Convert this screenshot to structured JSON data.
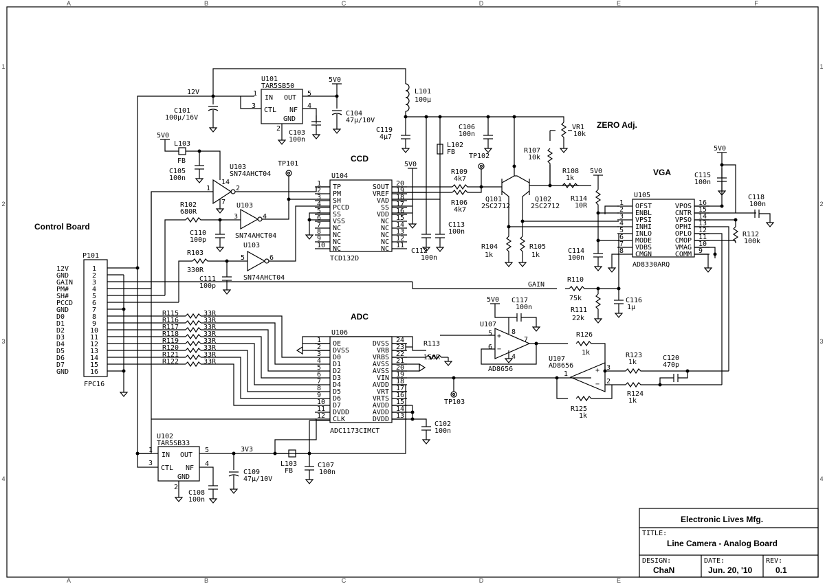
{
  "grid": {
    "cols": [
      "A",
      "B",
      "C",
      "D",
      "E",
      "F"
    ],
    "rows": [
      "1",
      "2",
      "3",
      "4"
    ]
  },
  "sections": {
    "control_board": "Control Board",
    "ccd": "CCD",
    "vga": "VGA",
    "adc": "ADC",
    "zero_adj": "ZERO Adj."
  },
  "nets": {
    "v12": "12V",
    "v5a": "5V0",
    "v5b": "5V0",
    "v5c": "5V0",
    "v5d": "5V0",
    "v5e": "5V0",
    "v5f": "5V0",
    "v3v3": "3V3",
    "gain": "GAIN"
  },
  "p101": {
    "ref": "P101",
    "part": "FPC16",
    "signals": [
      "12V",
      "GND",
      "GAIN",
      "PM#",
      "SH#",
      "PCCD",
      "GND",
      "D0",
      "D1",
      "D2",
      "D3",
      "D4",
      "D5",
      "D6",
      "D7",
      "GND"
    ],
    "pins": [
      "1",
      "2",
      "3",
      "4",
      "5",
      "6",
      "7",
      "8",
      "9",
      "10",
      "11",
      "12",
      "13",
      "14",
      "15",
      "16"
    ]
  },
  "u101": {
    "ref": "U101",
    "part": "TAR5SB50",
    "in": "IN",
    "out": "OUT",
    "ctl": "CTL",
    "nf": "NF",
    "gnd": "GND",
    "p1": "1",
    "p3": "3",
    "p5": "5",
    "p4": "4",
    "p2": "2"
  },
  "u102": {
    "ref": "U102",
    "part": "TAR5SB33",
    "in": "IN",
    "out": "OUT",
    "ctl": "CTL",
    "nf": "NF",
    "gnd": "GND",
    "p1": "1",
    "p3": "3",
    "p5": "5",
    "p4": "4",
    "p2": "2"
  },
  "u103": {
    "ref_a": "U103",
    "part_a": "SN74AHCT04",
    "ref_b": "U103",
    "part_b": "SN74AHCT04",
    "ref_c": "U103",
    "part_c": "SN74AHCT04",
    "p1": "1",
    "p2": "2",
    "p14": "14",
    "p7": "7",
    "p3": "3",
    "p4": "4",
    "p5": "5",
    "p6": "6"
  },
  "u104": {
    "ref": "U104",
    "part": "TCD132D",
    "left_pins": [
      "1",
      "2",
      "3",
      "4",
      "5",
      "6",
      "7",
      "8",
      "9",
      "10"
    ],
    "left_names": [
      "TP",
      "PM",
      "SH",
      "PCCD",
      "SS",
      "VSS",
      "NC",
      "NC",
      "NC",
      "NC"
    ],
    "right_pins": [
      "20",
      "19",
      "18",
      "17",
      "16",
      "15",
      "14",
      "13",
      "12",
      "11"
    ],
    "right_names": [
      "SOUT",
      "VREF",
      "VAD",
      "SS",
      "VDD",
      "NC",
      "NC",
      "NC",
      "NC",
      "NC"
    ]
  },
  "u105": {
    "ref": "U105",
    "part": "AD8330ARQ",
    "left_pins": [
      "1",
      "2",
      "3",
      "4",
      "5",
      "6",
      "7",
      "8"
    ],
    "left_names": [
      "OFST",
      "ENBL",
      "VPSI",
      "INHI",
      "INLO",
      "MODE",
      "VDBS",
      "CMGN"
    ],
    "right_pins": [
      "16",
      "15",
      "14",
      "13",
      "12",
      "11",
      "10",
      "9"
    ],
    "right_names": [
      "VPOS",
      "CNTR",
      "VPSO",
      "OPHI",
      "OPLO",
      "CMOP",
      "VMAG",
      "COMM"
    ]
  },
  "u106": {
    "ref": "U106",
    "part": "ADC1173CIMCT",
    "left_pins": [
      "1",
      "2",
      "3",
      "4",
      "5",
      "6",
      "7",
      "8",
      "9",
      "10",
      "11",
      "12"
    ],
    "left_names": [
      "OE",
      "DVSS",
      "D0",
      "D1",
      "D2",
      "D3",
      "D4",
      "D5",
      "D6",
      "D7",
      "DVDD",
      "CLK"
    ],
    "right_pins": [
      "24",
      "23",
      "22",
      "21",
      "20",
      "19",
      "18",
      "17",
      "16",
      "15",
      "14",
      "13"
    ],
    "right_names": [
      "DVSS",
      "VRB",
      "VRBS",
      "AVSS",
      "AVSS",
      "VIN",
      "AVDD",
      "VRT",
      "VRTS",
      "AVDD",
      "AVDD",
      "DVDD"
    ]
  },
  "u107": {
    "ref_a": "U107",
    "part_a": "AD8656",
    "ref_b": "U107",
    "part_b": "AD8656",
    "p5": "5",
    "p6": "6",
    "p7": "7",
    "p8": "8",
    "p4": "4",
    "p3": "3",
    "p2": "2",
    "p1": "1"
  },
  "transistors": {
    "q101": {
      "ref": "Q101",
      "part": "2SC2712"
    },
    "q102": {
      "ref": "Q102",
      "part": "2SC2712"
    }
  },
  "parts": {
    "c101": {
      "ref": "C101",
      "val": "100μ/16V"
    },
    "c103": {
      "ref": "C103",
      "val": "100n"
    },
    "c104": {
      "ref": "C104",
      "val": "47μ/10V"
    },
    "l101": {
      "ref": "L101",
      "val": "100μ"
    },
    "c119": {
      "ref": "C119",
      "val": "4μ7"
    },
    "c106": {
      "ref": "C106",
      "val": "100n"
    },
    "vr1": {
      "ref": "VR1",
      "val": "10k"
    },
    "l103a": {
      "ref": "L103",
      "val": "FB"
    },
    "c105": {
      "ref": "C105",
      "val": "100n"
    },
    "tp101": {
      "ref": "TP101"
    },
    "l102": {
      "ref": "L102",
      "val": "FB"
    },
    "tp102": {
      "ref": "TP102"
    },
    "r107": {
      "ref": "R107",
      "val": "10k"
    },
    "r108": {
      "ref": "R108",
      "val": "1k"
    },
    "r109": {
      "ref": "R109",
      "val": "4k7"
    },
    "r106": {
      "ref": "R106",
      "val": "4k7"
    },
    "r102": {
      "ref": "R102",
      "val": "680R"
    },
    "c110": {
      "ref": "C110",
      "val": "100p"
    },
    "r103": {
      "ref": "R103",
      "val": "330R"
    },
    "c111": {
      "ref": "C111",
      "val": "100p"
    },
    "c112": {
      "ref": "C112",
      "val": "100n"
    },
    "c113": {
      "ref": "C113",
      "val": "100n"
    },
    "r104": {
      "ref": "R104",
      "val": "1k"
    },
    "r105": {
      "ref": "R105",
      "val": "1k"
    },
    "r114": {
      "ref": "R114",
      "val": "10R"
    },
    "c114": {
      "ref": "C114",
      "val": "100n"
    },
    "c115": {
      "ref": "C115",
      "val": "100n"
    },
    "c118": {
      "ref": "C118",
      "val": "100n"
    },
    "r112": {
      "ref": "R112",
      "val": "100k"
    },
    "r110": {
      "ref": "R110",
      "val": "75k"
    },
    "r111": {
      "ref": "R111",
      "val": "22k"
    },
    "c116": {
      "ref": "C116",
      "val": "1μ"
    },
    "c117": {
      "ref": "C117",
      "val": "100n"
    },
    "r113": {
      "ref": "R113",
      "val": "150R"
    },
    "r126": {
      "ref": "R126",
      "val": "1k"
    },
    "r123": {
      "ref": "R123",
      "val": "1k"
    },
    "c120": {
      "ref": "C120",
      "val": "470p"
    },
    "r124": {
      "ref": "R124",
      "val": "1k"
    },
    "r125": {
      "ref": "R125",
      "val": "1k"
    },
    "tp103": {
      "ref": "TP103"
    },
    "c102": {
      "ref": "C102",
      "val": "100n"
    },
    "c109": {
      "ref": "C109",
      "val": "47μ/10V"
    },
    "c108": {
      "ref": "C108",
      "val": "100n"
    },
    "l103b": {
      "ref": "L103",
      "val": "FB"
    },
    "c107": {
      "ref": "C107",
      "val": "100n"
    }
  },
  "data_resistors": {
    "refs": [
      "R115",
      "R116",
      "R117",
      "R118",
      "R119",
      "R120",
      "R121",
      "R122"
    ],
    "val": "33R"
  },
  "title_block": {
    "company": "Electronic Lives Mfg.",
    "title_label": "TITLE:",
    "title": "Line Camera - Analog Board",
    "design_label": "DESIGN:",
    "designer": "ChaN",
    "date_label": "DATE:",
    "date": "Jun. 20, '10",
    "rev_label": "REV:",
    "rev": "0.1"
  }
}
